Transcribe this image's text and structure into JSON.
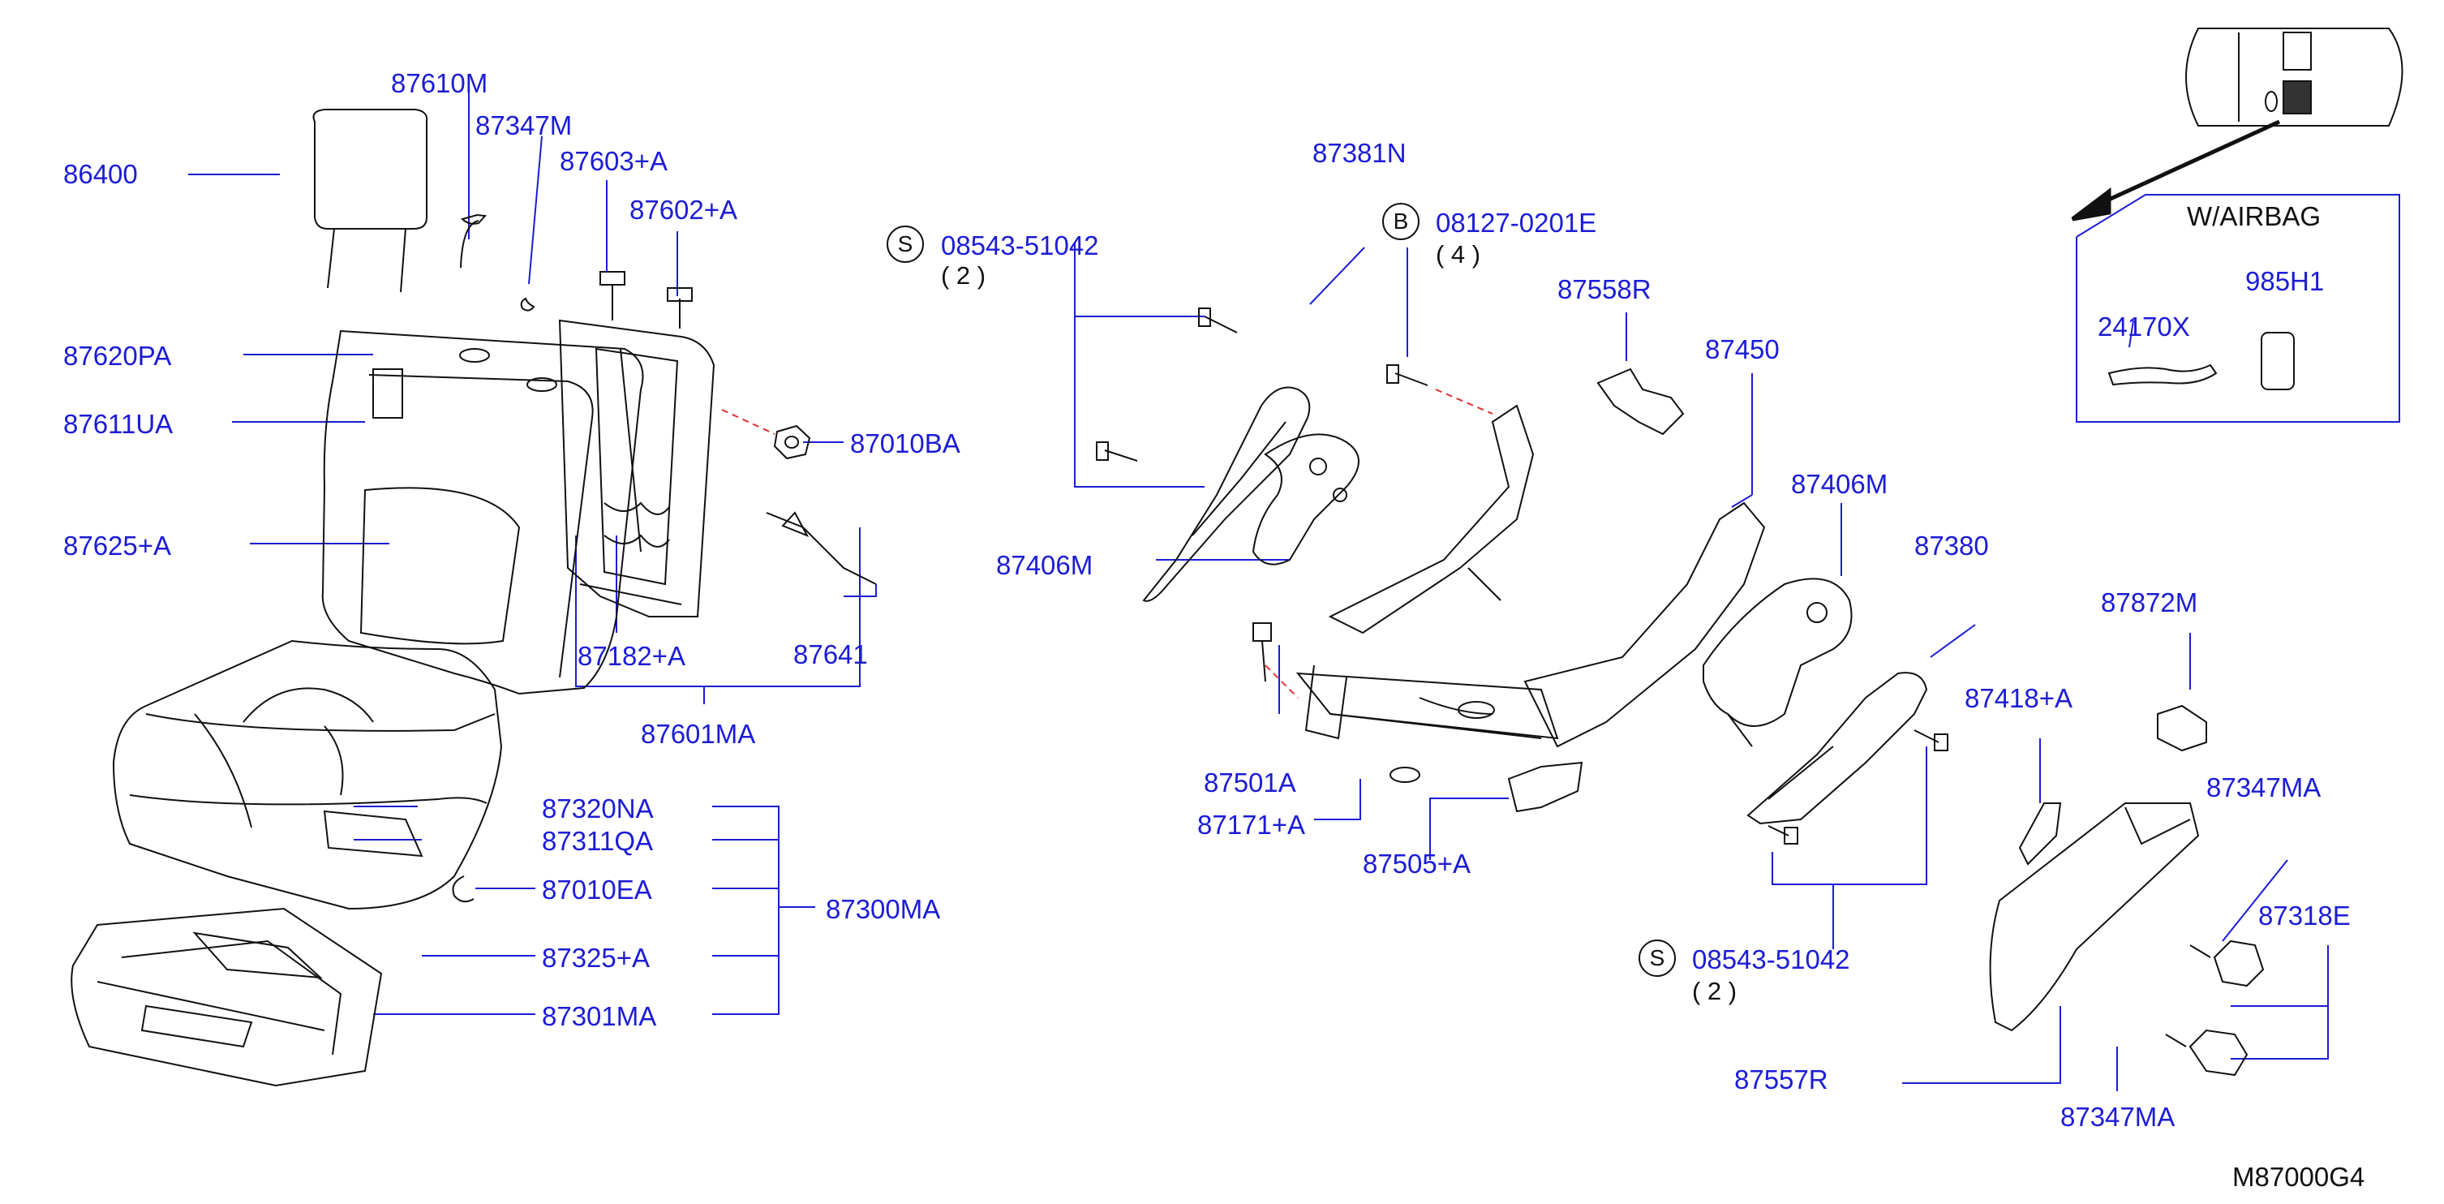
{
  "diagram_code": "M87000G4",
  "inset": {
    "title": "W/AIRBAG",
    "parts": [
      "24170X",
      "985H1"
    ]
  },
  "markers": {
    "s": "S",
    "b": "B"
  },
  "screws": {
    "s1": {
      "code": "08543-51042",
      "qty": "( 2 )"
    },
    "b1": {
      "code": "08127-0201E",
      "qty": "( 4 )"
    },
    "s2": {
      "code": "08543-51042",
      "qty": "( 2 )"
    }
  },
  "labels": {
    "p86400": "86400",
    "p87610M": "87610M",
    "p87347M": "87347M",
    "p87603A": "87603+A",
    "p87602A": "87602+A",
    "p87620PA": "87620PA",
    "p87611UA": "87611UA",
    "p87625A": "87625+A",
    "p87010BA": "87010BA",
    "p87641": "87641",
    "p87182A": "87182+A",
    "p87601MA": "87601MA",
    "p87320NA": "87320NA",
    "p87311QA": "87311QA",
    "p87010EA": "87010EA",
    "p87300MA": "87300MA",
    "p87325A": "87325+A",
    "p87301MA": "87301MA",
    "p87381N": "87381N",
    "p87406M_left": "87406M",
    "p87558R": "87558R",
    "p87450": "87450",
    "p87406M_right": "87406M",
    "p87380": "87380",
    "p87501A": "87501A",
    "p87171A": "87171+A",
    "p87505A": "87505+A",
    "p87418A": "87418+A",
    "p87872M": "87872M",
    "p87347MA_top": "87347MA",
    "p87318E": "87318E",
    "p87557R": "87557R",
    "p87347MA_bottom": "87347MA"
  }
}
